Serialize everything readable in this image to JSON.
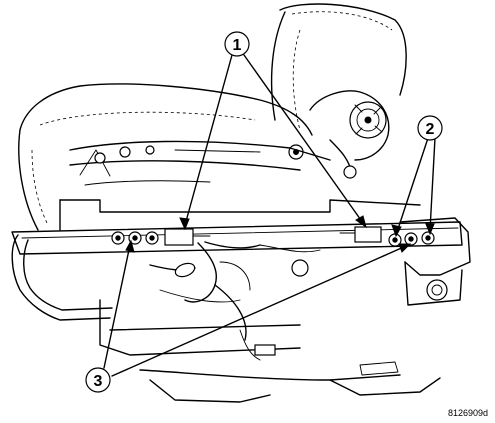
{
  "callouts": [
    {
      "label": "1"
    },
    {
      "label": "2"
    },
    {
      "label": "3"
    }
  ],
  "figure_ref": "8126909d"
}
